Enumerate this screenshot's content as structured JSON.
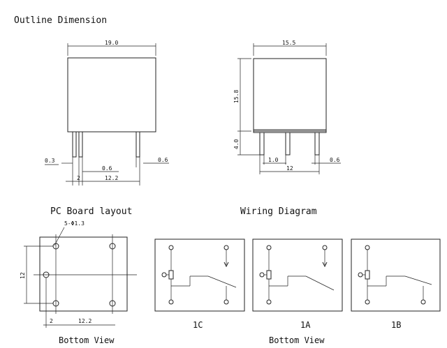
{
  "title": "Outline Dimension",
  "front_view": {
    "width": "19.0",
    "pin_pitch": "0.6",
    "pin_thickness": "0.3",
    "pin_width": "0.6",
    "offset": "2",
    "spacing": "12.2"
  },
  "side_view": {
    "width": "15.5",
    "height": "15.8",
    "pin_length": "4.0",
    "pin_size": "1.0",
    "spacing": "12",
    "pin_width": "0.6"
  },
  "pcb": {
    "heading": "PC Board layout",
    "hole_label": "5-Φ1.3",
    "height": "12",
    "offset": "2",
    "spacing": "12.2",
    "caption": "Bottom View"
  },
  "wiring": {
    "heading": "Wiring Diagram",
    "labels": [
      "1C",
      "1A",
      "1B"
    ],
    "caption": "Bottom View"
  }
}
